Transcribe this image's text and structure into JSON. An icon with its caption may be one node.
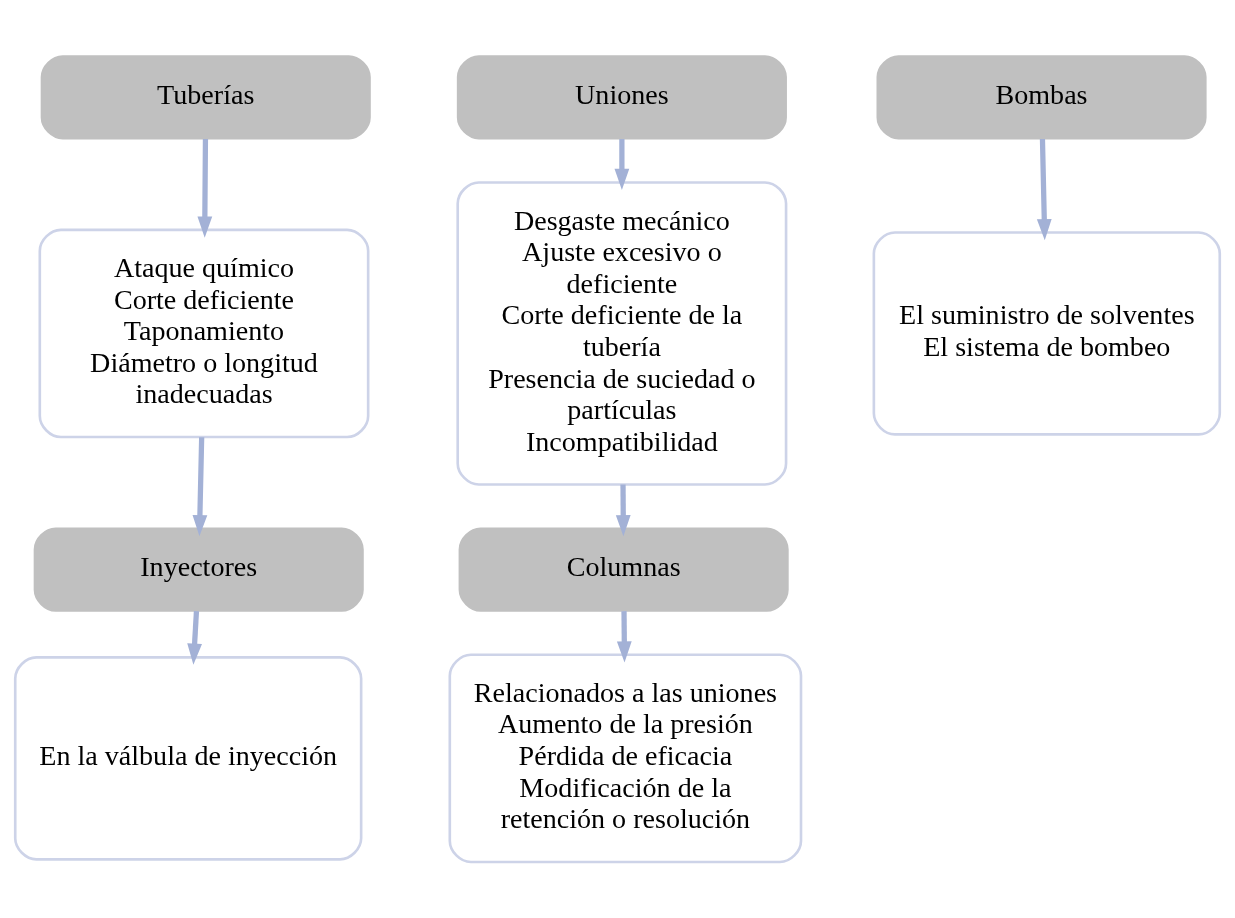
{
  "diagram": {
    "nodes": [
      {
        "text": [
          "Tuberías"
        ]
      },
      {
        "text": [
          "Ataque químico",
          "Corte deficiente",
          "Taponamiento",
          "Diámetro o longitud inadecuadas"
        ]
      },
      {
        "text": [
          "Inyectores"
        ]
      },
      {
        "text": [
          "En la válbula de inyección"
        ]
      },
      {
        "text": [
          "Uniones"
        ]
      },
      {
        "text": [
          "Desgaste mecánico",
          "Ajuste excesivo o deficiente",
          "Corte deficiente de la tubería",
          "Presencia de suciedad o partículas",
          "Incompatibilidad"
        ]
      },
      {
        "text": [
          "Columnas"
        ]
      },
      {
        "text": [
          "Relacionados a las uniones",
          "Aumento de la presión",
          "Pérdida de eficacia",
          "Modificación de la retención o resolución"
        ]
      },
      {
        "text": [
          "Bombas"
        ]
      },
      {
        "text": [
          "El suministro de solventes",
          "El sistema de bombeo"
        ]
      }
    ],
    "edges": [
      {
        "from": 0,
        "to": 1,
        "arrow": "to"
      },
      {
        "from": 1,
        "to": 2,
        "arrow": "to"
      },
      {
        "from": 2,
        "to": 3,
        "arrow": "to"
      },
      {
        "from": 4,
        "to": 5,
        "arrow": "to"
      },
      {
        "from": 5,
        "to": 6,
        "arrow": "to"
      },
      {
        "from": 6,
        "to": 7,
        "arrow": "to"
      },
      {
        "from": 8,
        "to": 9,
        "arrow": "to"
      }
    ]
  }
}
